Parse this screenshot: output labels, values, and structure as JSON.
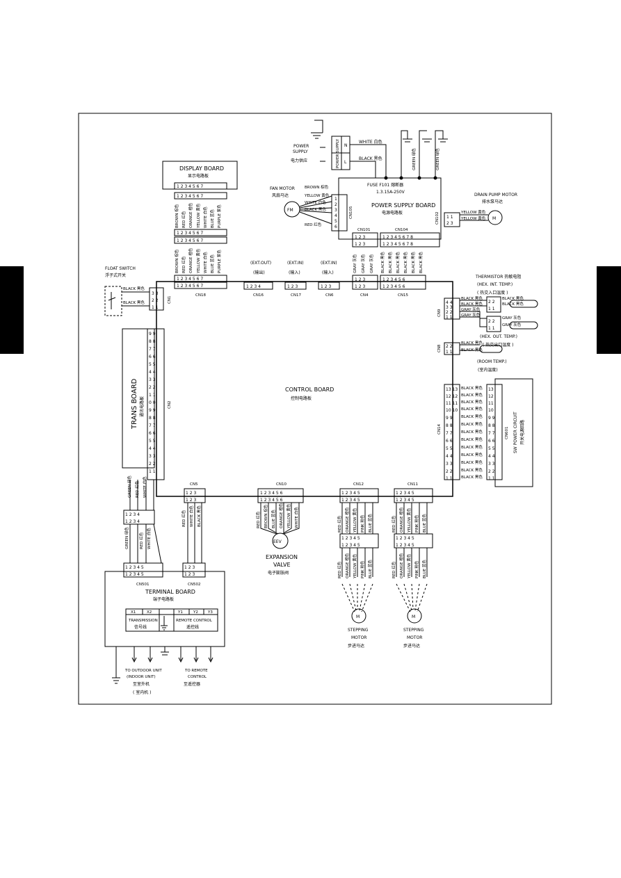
{
  "diagram": {
    "power_supply": {
      "line1": "POWER",
      "line2": "SUPPLY",
      "zh": "电力供应",
      "box": "POWER SUPPLY",
      "box_zh": "电源板",
      "l": "L",
      "n": "N",
      "wire_white": "WHITE  白色",
      "wire_black": "BLACK  黑色"
    },
    "green_wire": "GREEN 绿色",
    "display_board": {
      "title": "DISPLAY BOARD",
      "zh": "显示电路板",
      "wires": [
        "BROWN 棕色",
        "RED 红色",
        "ORANGE 橙色",
        "YELLOW 黄色",
        "WHITE 白色",
        "BLUE 蓝色",
        "PURPLE 紫色"
      ]
    },
    "fan_motor": {
      "title": "FAN MOTOR",
      "zh": "风扇马达",
      "symbol": "FM",
      "wires": [
        "BROWN  棕色",
        "YELLOW 黄色",
        "WHITE  白色",
        "BLACK  黑色",
        "",
        "RED  红色"
      ]
    },
    "psb": {
      "fuse": "FUSE F101  熔断器",
      "rating": "1.3.15A-250V",
      "title": "POWER SUPPLY BOARD",
      "zh": "电源电路板",
      "cn105": "CN105",
      "cn101": "CN101",
      "cn104": "CN104",
      "cn102": "CN102",
      "cn101_wires": [
        "GRAY 灰色",
        "GRAY 灰色",
        "GRAY 灰色"
      ],
      "cn104_wires": [
        "BLACK 黑色",
        "BLACK 黑色",
        "BLACK 黑色",
        "BLACK 黑色",
        "BLACK 黑色",
        "BLACK 黑色",
        "BLACK 黑色",
        "BLACK 黑色"
      ]
    },
    "drain_pump": {
      "title": "DRAIN PUMP MOTOR",
      "zh": "排水泵马达",
      "symbol": "M",
      "wire": "YELLOW  黄色"
    },
    "float_switch": {
      "title": "FLOAT SWITCH",
      "zh": "浮子式开关",
      "wire": "BLACK  黑色"
    },
    "control": {
      "title": "CONTROL BOARD",
      "zh": "控制电路板",
      "cn18": "CN18",
      "cn16": "CN16",
      "cn17": "CN17",
      "cn6": "CN6",
      "cn4": "CN4",
      "cn15": "CN15",
      "cn1": "CN1",
      "cn2": "CN2",
      "cn9": "CN9",
      "cn8": "CN8",
      "cn14": "CN14",
      "cn5": "CN5",
      "cn10": "CN10",
      "cn12": "CN12",
      "cn11": "CN11",
      "ext_out": "(EXT.OUT)",
      "ext_out_zh": "(输出)",
      "ext_in": "(EXT.IN)",
      "ext_in_zh": "(输入)"
    },
    "thermistor": {
      "title": "THERMISTOR 热敏电阻",
      "hex_in": "(HEX. INT. TEMP.)",
      "hex_in_zh": "( 热交入口温度 )",
      "hex_out": "(HEX. OUT. TEMP.)",
      "hex_out_zh": "( 热交出口温度 )",
      "room": "(ROOM TEMP.)",
      "room_zh": "(室内温度)",
      "black": "BLACK 黑色",
      "gray": "GRAY  灰色"
    },
    "trans_board": {
      "title": "TRANS BOARD",
      "zh": "通讯电路板",
      "wires": [
        "GREEN 绿色",
        "RED 红色",
        "WHITE 白色"
      ]
    },
    "sw_power": {
      "title": "SW POWER CIRCUIT",
      "zh": "开关电源回路",
      "cn": "CN601",
      "wire": "BLACK 黑色"
    },
    "expansion_valve": {
      "symbol": "EEV",
      "line1": "EXPANSION",
      "line2": "VALVE",
      "zh": "电子膨胀阀",
      "wires": [
        "RED 红色",
        "BROWN 棕色",
        "BLUE 蓝色",
        "ORANGE 橙色",
        "YELLOW 黄色",
        "WHITE 白色"
      ]
    },
    "stepping": {
      "line1": "STEPPING",
      "line2": "MOTOR",
      "zh": "步进马达",
      "symbol": "M",
      "wires": [
        "RED 红色",
        "ORANGE 橙色",
        "YELLOW 黄色",
        "PINK 粉色",
        "BLUE 蓝色"
      ]
    },
    "cn5_wires": [
      "RED 红色",
      "WHITE 白色",
      "BLACK 黑色"
    ],
    "terminal": {
      "title": "TERMINAL BOARD",
      "zh": "端子电路板",
      "cn501": "CN501",
      "cn502": "CN502",
      "x1": "X1",
      "x2": "X2",
      "y1": "Y1",
      "y2": "Y2",
      "y3": "Y3",
      "transmission": "TRANSMISSION",
      "transmission_zh": "信号线",
      "remote": "REMOTE CONTROL",
      "remote_zh": "遥控线",
      "to_outdoor": "TO OUTDOOR UNIT",
      "to_outdoor2": "(INDOOR UNIT)",
      "to_outdoor_zh": "至室外机",
      "to_outdoor_zh2": "( 室内机 )",
      "to_remote": "TO REMOTE",
      "to_remote2": "CONTROL",
      "to_remote_zh": "至遥控器"
    }
  }
}
